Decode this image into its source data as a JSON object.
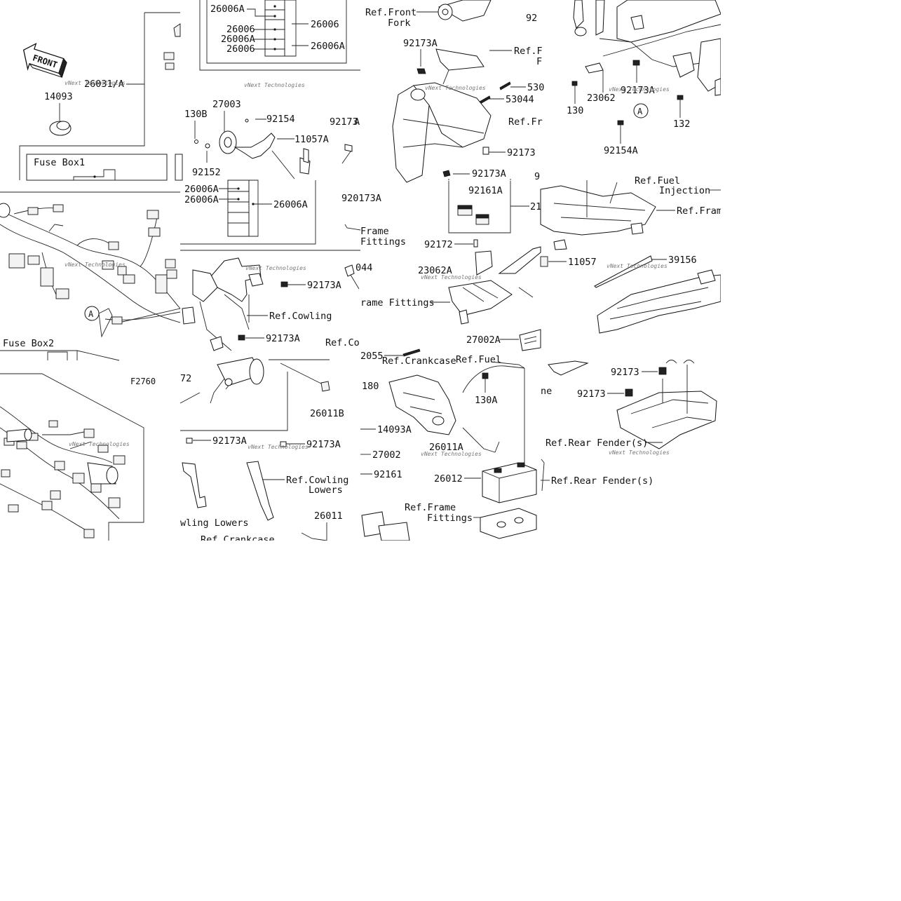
{
  "diagram": {
    "code": "F2760",
    "watermark": "vNext Technologies",
    "front_label": "FRONT",
    "fuse_box_1": "Fuse Box1",
    "fuse_box_2": "Fuse Box2",
    "callout_a": "A",
    "labels": {
      "p26006A_top": "26006A",
      "p26006_r": "26006",
      "p26006_l": "26006",
      "p26006A_l2": "26006A",
      "p26006_l3": "26006",
      "p26006A_r2": "26006A",
      "p26031A": "26031/A",
      "p14093": "14093",
      "p130B": "130B",
      "p27003": "27003",
      "p92154": "92154",
      "p11057A": "11057A",
      "p92152": "92152",
      "p26006A_m1": "26006A",
      "p26006A_m2": "26006A",
      "p26006A_m3": "26006A",
      "p92173A_a": "92173A",
      "p92173A_b": "92173A",
      "p92173A_c": "92173A",
      "p72": "72",
      "p26011B": "26011B",
      "p92173A_d": "92173A",
      "p92173A_e": "92173A",
      "p26011": "26011",
      "p92173_trim": "92173",
      "p920173A": "920173A",
      "p044": "044",
      "p92173A_f": "92173A",
      "p53044": "53044",
      "p530": "530",
      "p92173_g": "92173",
      "p92173A_h": "92173A",
      "p92161A": "92161A",
      "p21": "21",
      "p92172": "92172",
      "p23062A": "23062A",
      "p27002A": "27002A",
      "p2055": "2055",
      "p180": "180",
      "p130A": "130A",
      "p14093A": "14093A",
      "p27002": "27002",
      "p92161": "92161",
      "p26011A": "26011A",
      "p26012": "26012",
      "p92_trim": "92",
      "p9_trim": "9",
      "p130": "130",
      "p23062": "23062",
      "p92173A_i": "92173A",
      "p132": "132",
      "p92154A": "92154A",
      "p11057": "11057",
      "p39156": "39156",
      "p92173_j": "92173",
      "p92173_k": "92173",
      "p_ne": "ne"
    },
    "refs": {
      "front_fork_1": "Ref.Front",
      "front_fork_2": "Fork",
      "ref_f_trim": "Ref.F",
      "ref_f_trim2": "F",
      "ref_fr_trim": "Ref.Fr",
      "cowling": "Ref.Cowling",
      "cow_trim": "Ref.Co",
      "cowling_lowers_1": "Ref.Cowling",
      "cowling_lowers_2": "Lowers",
      "wling_lowers": "wling Lowers",
      "crankcase_left": "Ref.Crankcase",
      "crankcase_mid": "Ref.Crankcase",
      "frame_fittings_1": "Frame",
      "frame_fittings_2": "Fittings",
      "rame_fittings": "rame Fittings",
      "ref_fuel_trim": "Ref.Fuel",
      "fuel_injection_1": "Ref.Fuel",
      "fuel_injection_2": "Injection",
      "ref_fram_trim": "Ref.Fram",
      "frame_fittings_b1": "Ref.Frame",
      "frame_fittings_b2": "Fittings",
      "rear_fender_1": "Ref.Rear Fender(s)",
      "rear_fender_2": "Ref.Rear Fender(s)"
    }
  }
}
